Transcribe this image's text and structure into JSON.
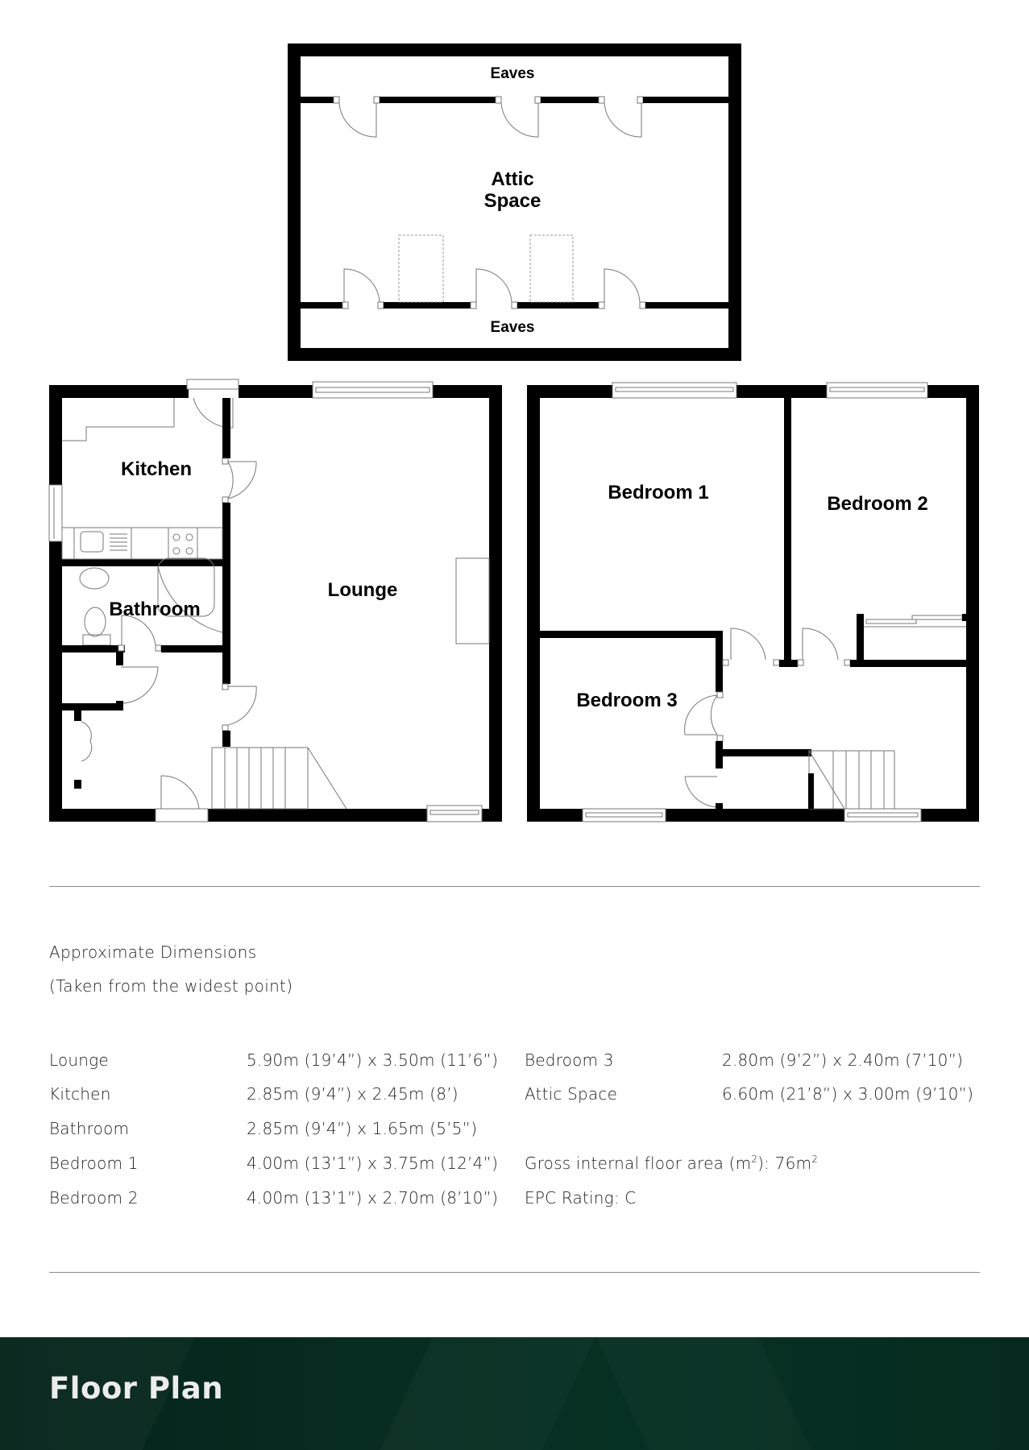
{
  "floor_plans": {
    "attic": {
      "label_line1": "Attic",
      "label_line2": "Space",
      "eaves_top": "Eaves",
      "eaves_bottom": "Eaves"
    },
    "ground_floor": {
      "kitchen": "Kitchen",
      "bathroom": "Bathroom",
      "lounge": "Lounge"
    },
    "first_floor": {
      "bedroom1": "Bedroom 1",
      "bedroom2": "Bedroom 2",
      "bedroom3": "Bedroom 3"
    }
  },
  "dimensions": {
    "heading": "Approximate Dimensions",
    "subheading": "(Taken from the widest point)",
    "rooms_left": [
      {
        "name": "Lounge",
        "value": "5.90m (19’4”) x 3.50m (11’6”)"
      },
      {
        "name": "Kitchen",
        "value": "2.85m (9’4”) x 2.45m (8’)"
      },
      {
        "name": "Bathroom",
        "value": "2.85m (9’4”) x 1.65m (5’5”)"
      },
      {
        "name": "Bedroom 1",
        "value": "4.00m (13’1”) x 3.75m (12’4”)"
      },
      {
        "name": "Bedroom 2",
        "value": "4.00m (13’1”) x 2.70m (8’10”)"
      }
    ],
    "rooms_right": [
      {
        "name": "Bedroom 3",
        "value": "2.80m (9’2”) x 2.40m (7’10”)"
      },
      {
        "name": "Attic Space",
        "value": "6.60m (21’8”) x 3.00m (9’10”)"
      }
    ],
    "gross_area_label": "Gross internal floor area (m",
    "gross_area_sup": "2",
    "gross_area_mid": "): 76m",
    "gross_area_sup2": "2",
    "epc_rating": "EPC Rating: C"
  },
  "banner": {
    "title": "Floor Plan",
    "color": "#06291f"
  }
}
